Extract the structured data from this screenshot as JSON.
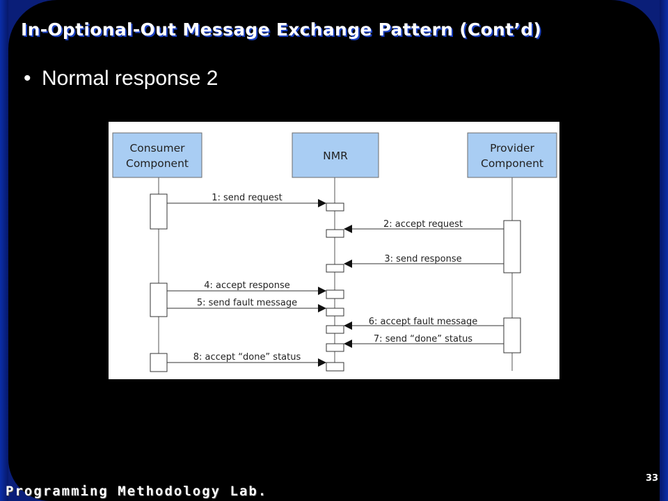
{
  "slide": {
    "title": "In-Optional-Out Message Exchange Pattern (Cont’d)",
    "bullet": "Normal response 2",
    "footer_lab": "Programming Methodology Lab.",
    "page_number": "33"
  },
  "diagram": {
    "lifelines": [
      {
        "line1": "Consumer",
        "line2": "Component"
      },
      {
        "line1": "NMR",
        "line2": ""
      },
      {
        "line1": "Provider",
        "line2": "Component"
      }
    ],
    "messages": [
      {
        "label": "1: send request",
        "from": "consumer",
        "to": "nmr"
      },
      {
        "label": "2: accept request",
        "from": "provider",
        "to": "nmr"
      },
      {
        "label": "3: send response",
        "from": "provider",
        "to": "nmr"
      },
      {
        "label": "4: accept response",
        "from": "consumer",
        "to": "nmr"
      },
      {
        "label": "5: send fault message",
        "from": "consumer",
        "to": "nmr"
      },
      {
        "label": "6: accept fault message",
        "from": "provider",
        "to": "nmr"
      },
      {
        "label": "7: send “done” status",
        "from": "provider",
        "to": "nmr"
      },
      {
        "label": "8: accept “done” status",
        "from": "consumer",
        "to": "nmr"
      }
    ],
    "colors": {
      "box_fill": "#a9cdf3",
      "box_stroke": "#6b6b6b",
      "line": "#333333"
    }
  }
}
